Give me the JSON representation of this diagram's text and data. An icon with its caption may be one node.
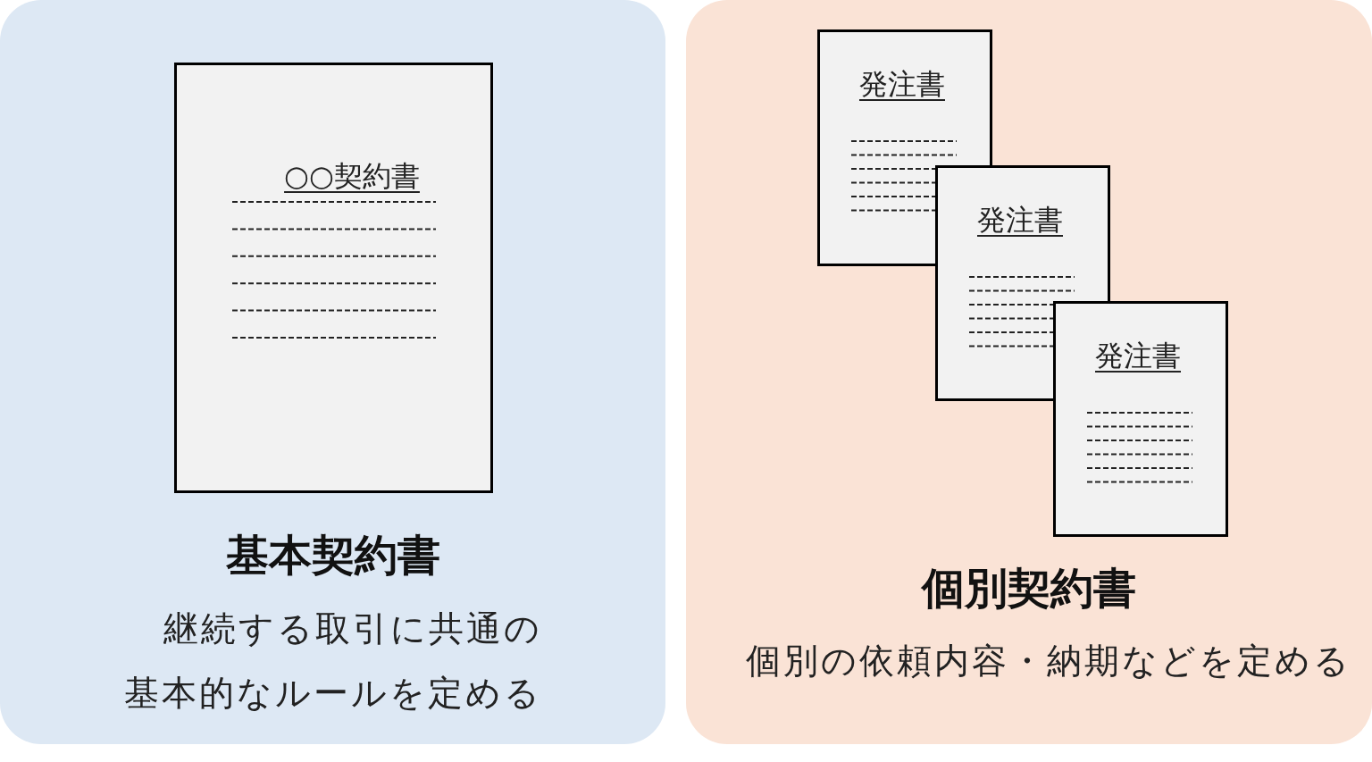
{
  "diagram": {
    "nodes": [
      {
        "text": [
          "基本契約書",
          "継続する取引に共通の基本的なルールを定める"
        ]
      },
      {
        "text": [
          "○○契約書"
        ],
        "in": 0
      },
      {
        "text": [
          "個別契約書",
          "個別の依頼内容・納期などを定める"
        ]
      },
      {
        "text": [
          "発注書"
        ],
        "in": 2
      },
      {
        "text": [
          "発注書"
        ],
        "in": 2
      },
      {
        "text": [
          "発注書"
        ],
        "in": 2
      }
    ]
  }
}
